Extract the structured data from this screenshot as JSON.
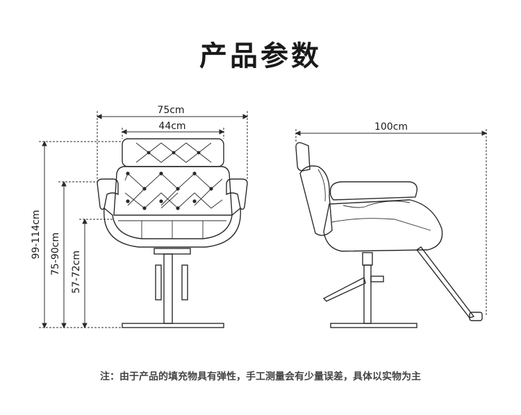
{
  "title": "产品参数",
  "front_view": {
    "overall_width": "75cm",
    "back_width": "44cm",
    "height_total": "99-114cm",
    "height_arm": "75-90cm",
    "height_seat": "57-72cm"
  },
  "side_view": {
    "depth": "100cm"
  },
  "note": "注：由于产品的填充物具有弹性，手工测量会有少量误差，具体以实物为主"
}
